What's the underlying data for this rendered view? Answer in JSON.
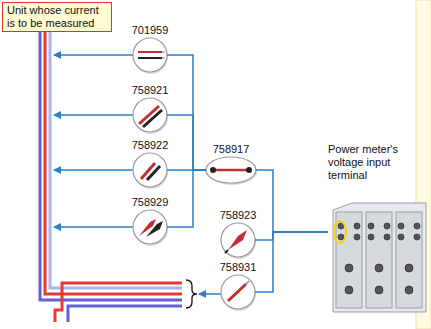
{
  "diagram": {
    "nodes": [
      {
        "text": [
          "Unit whose current is to be measured"
        ]
      },
      {
        "text": [
          "701959"
        ]
      },
      {
        "text": [
          "758921"
        ]
      },
      {
        "text": [
          "758922"
        ]
      },
      {
        "text": [
          "758929"
        ]
      },
      {
        "text": [
          "758917"
        ]
      },
      {
        "text": [
          "758923"
        ]
      },
      {
        "text": [
          "758931"
        ]
      },
      {
        "text": [
          "Power meter's voltage input terminal"
        ]
      }
    ],
    "edges": [
      {
        "from": 1,
        "to": 5,
        "arrow": "none"
      },
      {
        "from": 2,
        "to": 5,
        "arrow": "none"
      },
      {
        "from": 3,
        "to": 5,
        "arrow": "none"
      },
      {
        "from": 4,
        "to": 5,
        "arrow": "none"
      },
      {
        "from": 5,
        "to": 8,
        "arrow": "none"
      },
      {
        "from": 6,
        "to": 8,
        "arrow": "none"
      },
      {
        "from": 7,
        "to": 8,
        "arrow": "none"
      }
    ]
  }
}
